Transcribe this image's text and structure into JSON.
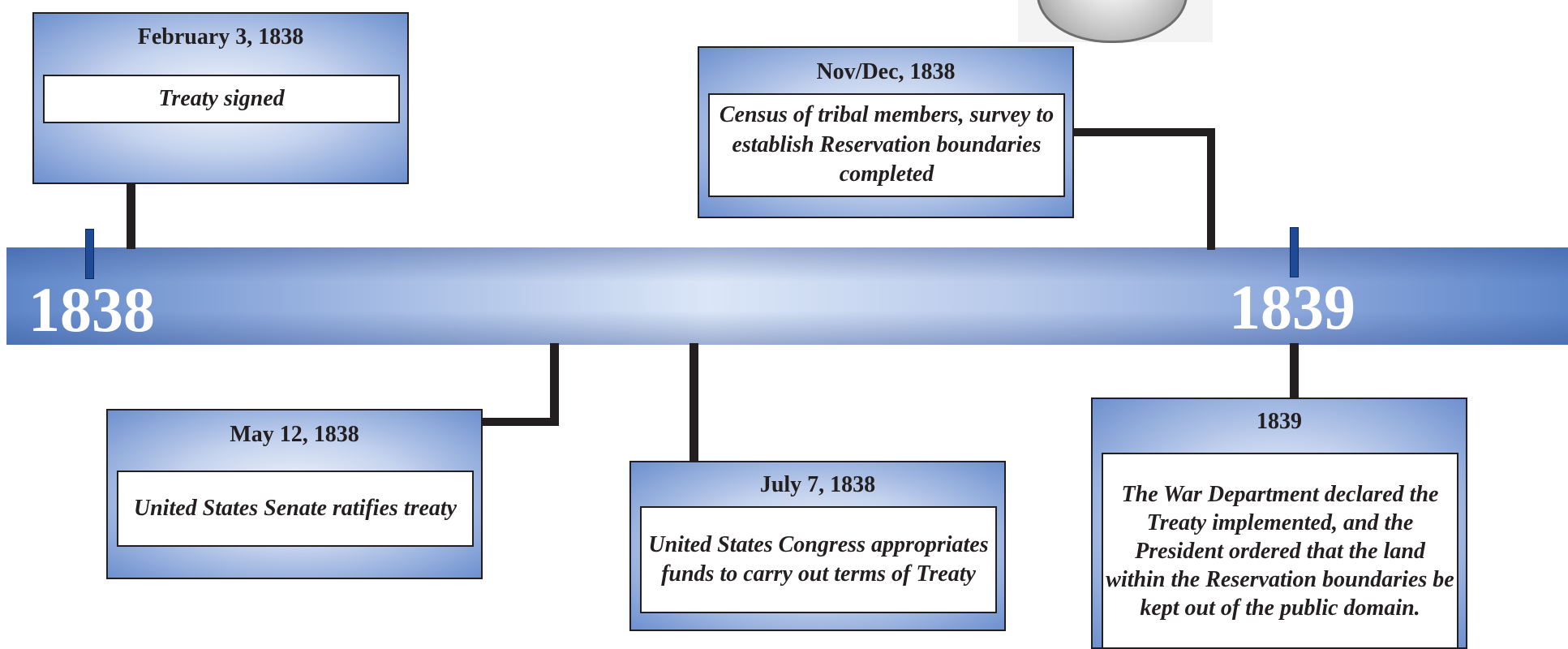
{
  "timeline": {
    "years": [
      "1838",
      "1839"
    ]
  },
  "events": [
    {
      "date": "February 3, 1838",
      "description": "Treaty signed"
    },
    {
      "date": "Nov/Dec, 1838",
      "description": "Census of tribal members, survey to establish Reservation boundaries completed"
    },
    {
      "date": "May 12, 1838",
      "description": "United States Senate ratifies treaty"
    },
    {
      "date": "July 7, 1838",
      "description": "United States Congress appropriates funds to carry out terms of Treaty"
    },
    {
      "date": "1839",
      "description": "The War Department declared the Treaty implemented, and the President ordered that the land within the Reservation boundaries be kept out of the public domain."
    }
  ],
  "colors": {
    "bar": "#9ab3e0",
    "card_edge": "#6d90cf",
    "tick": "#1f4a95",
    "line": "#231f20"
  },
  "icons": {
    "seal": "seal-icon"
  }
}
